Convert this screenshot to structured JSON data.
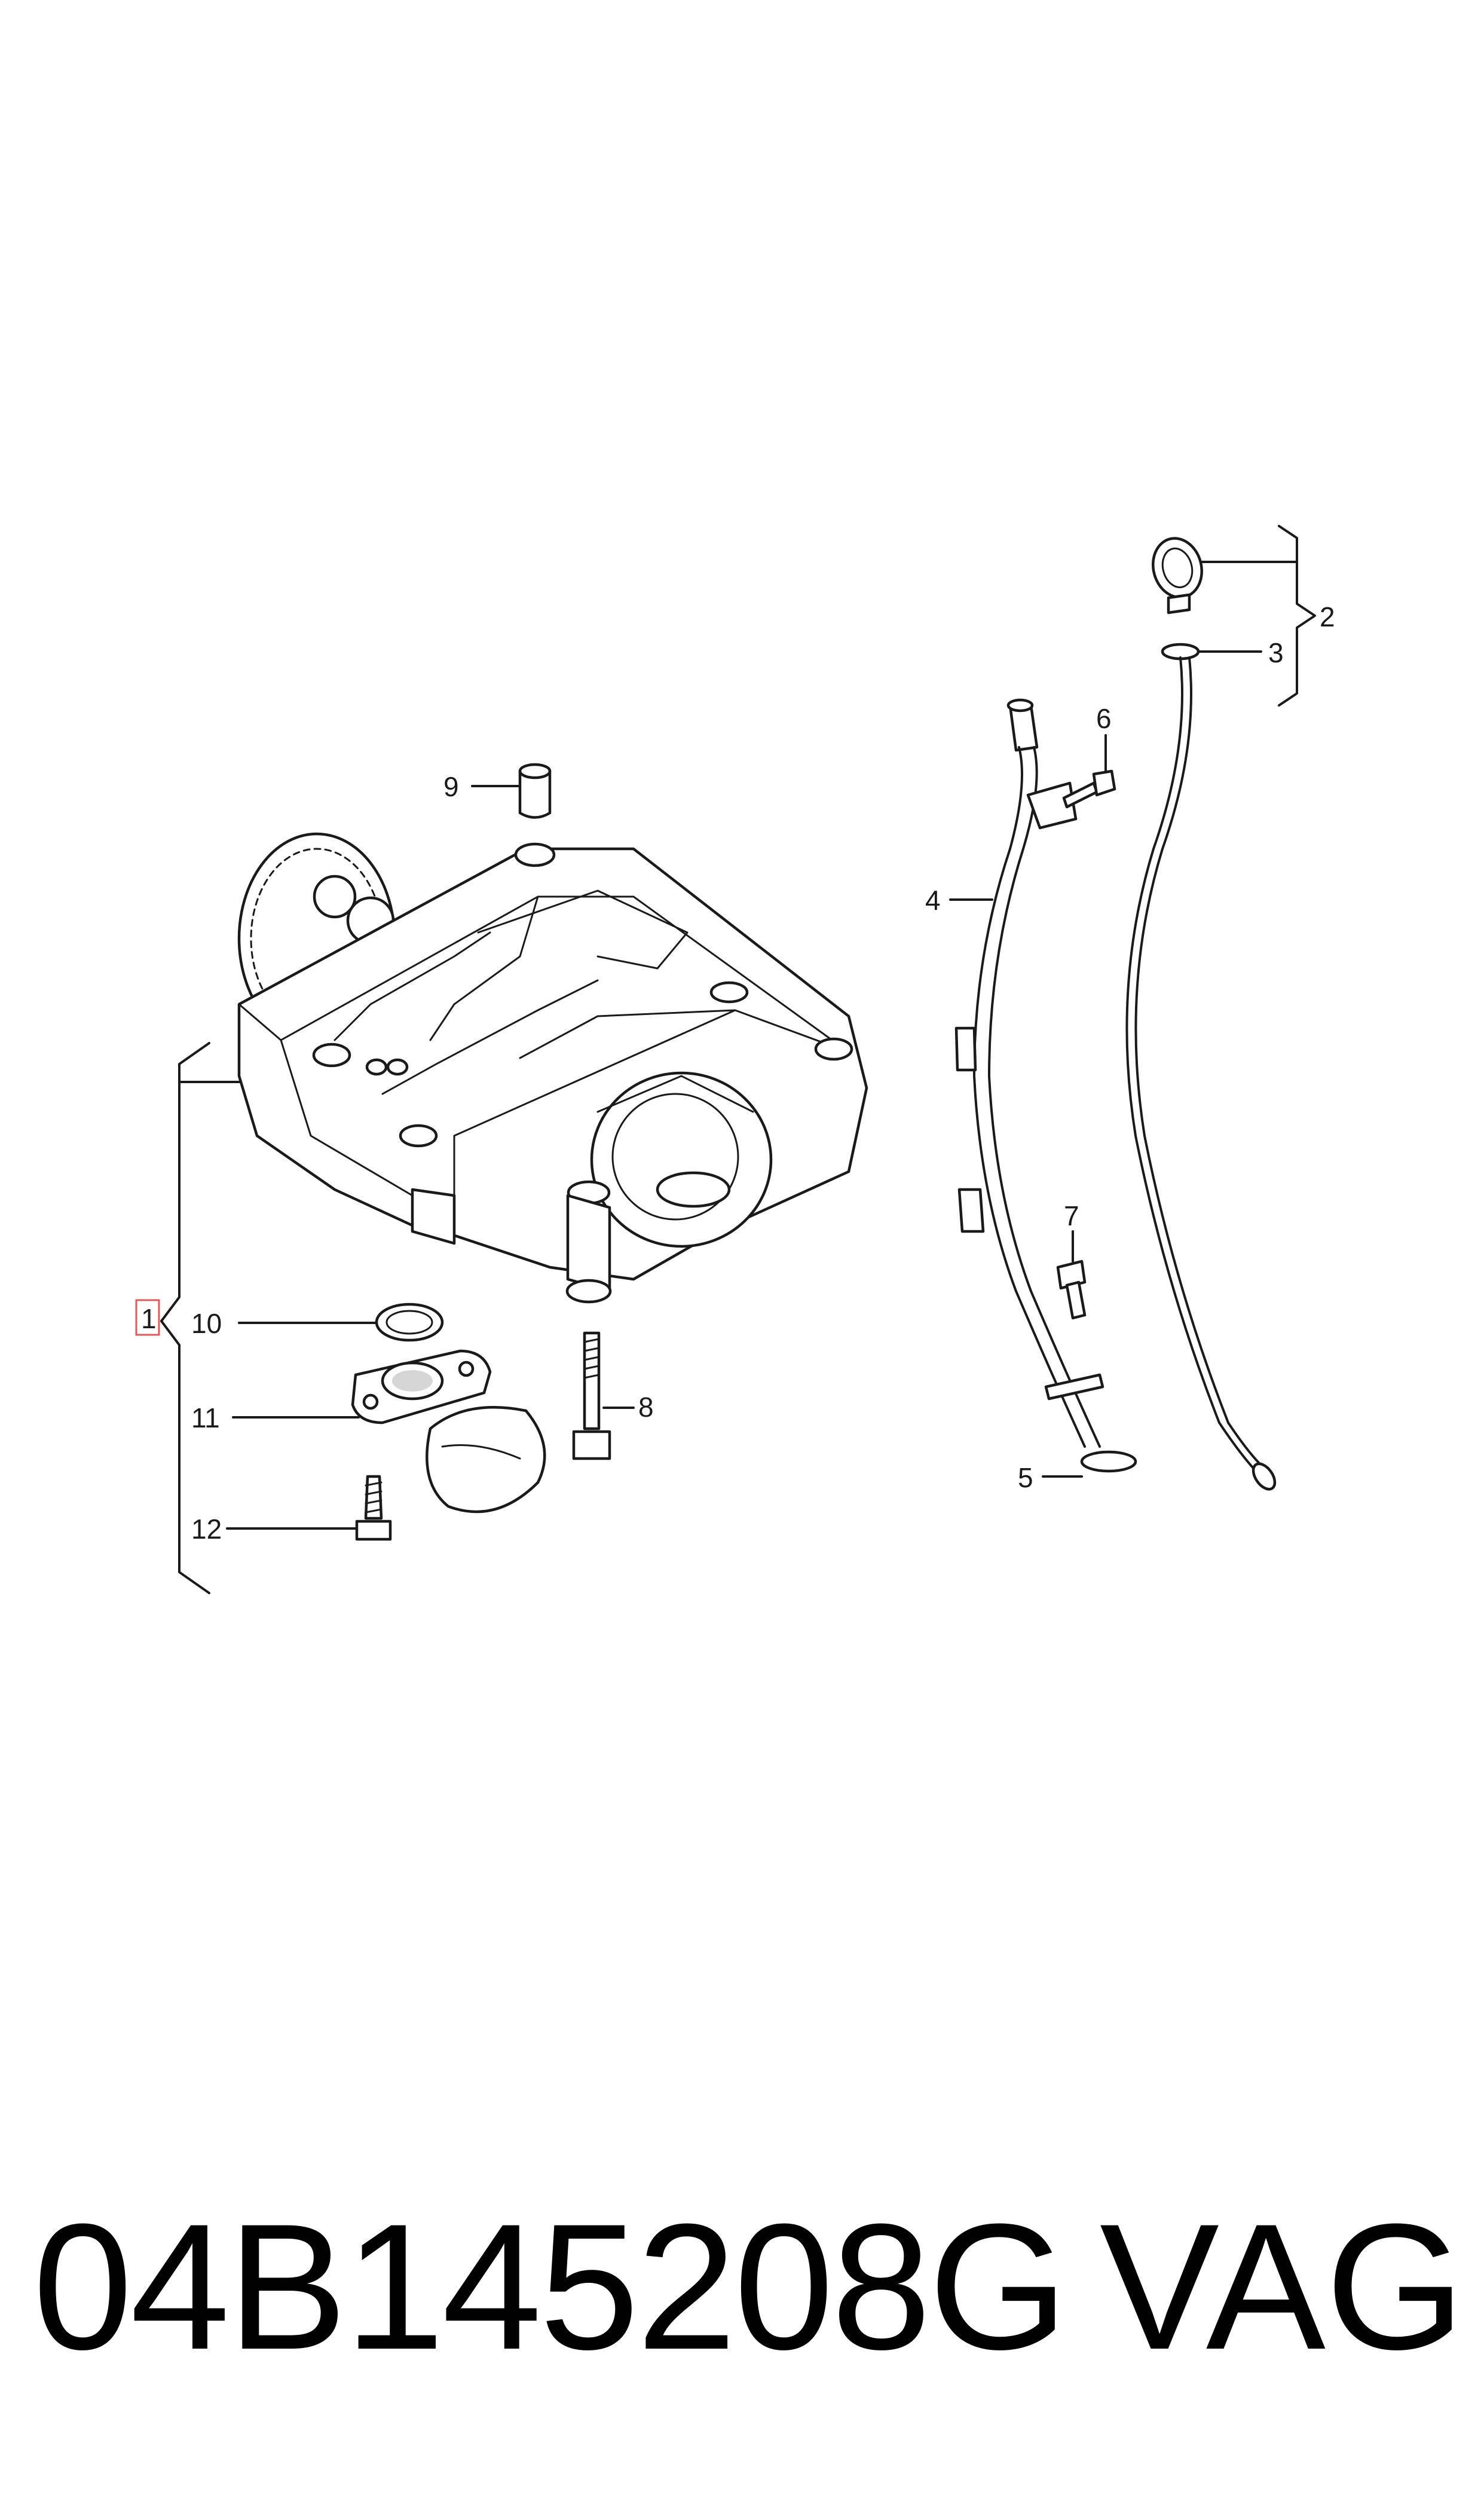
{
  "callouts": {
    "c1": "1",
    "c2": "2",
    "c3": "3",
    "c4": "4",
    "c5": "5",
    "c6": "6",
    "c7": "7",
    "c8": "8",
    "c9": "9",
    "c10": "10",
    "c11": "11",
    "c12": "12"
  },
  "footer": {
    "part_number": "04B145208G",
    "brand": "VAG"
  },
  "colors": {
    "line": "#1a1a1a",
    "highlight": "#e05a5a",
    "background": "#ffffff"
  }
}
